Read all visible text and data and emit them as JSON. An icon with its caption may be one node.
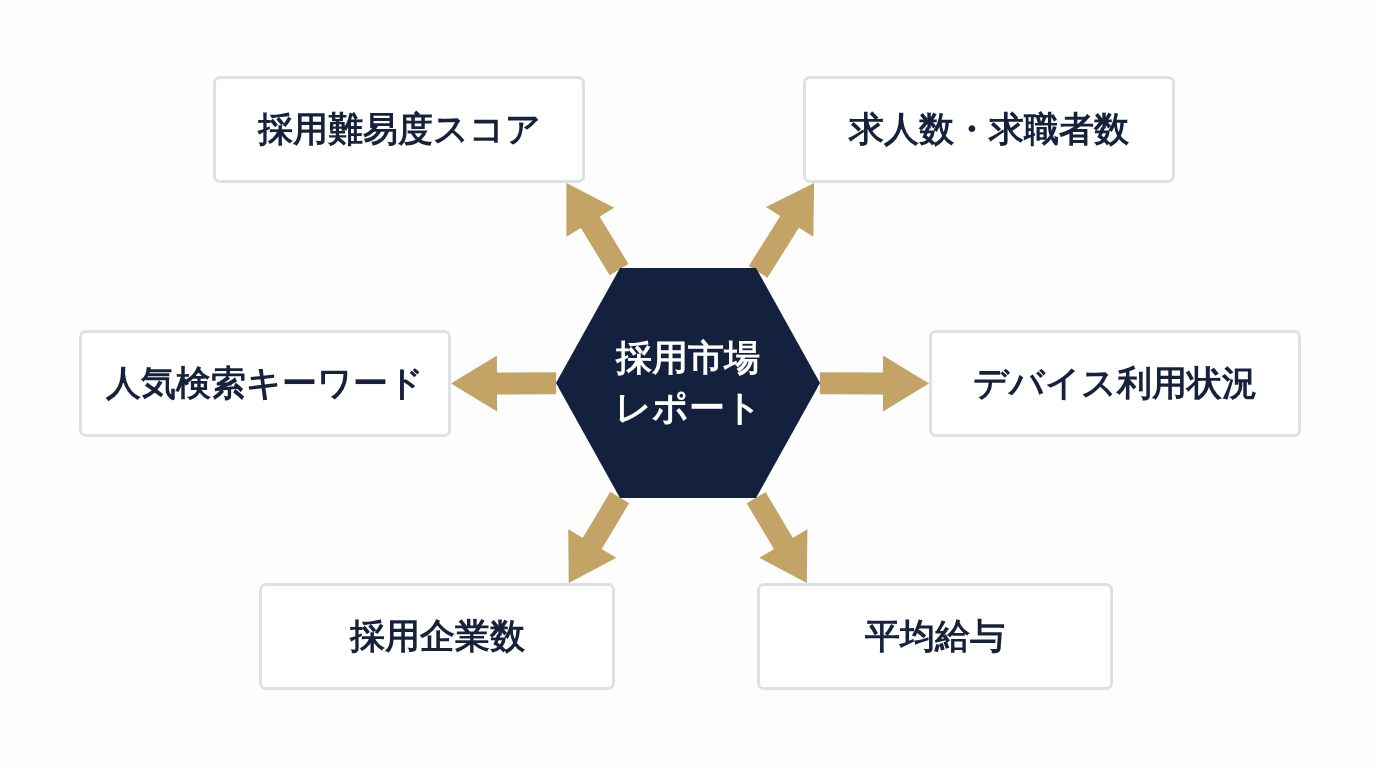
{
  "diagram": {
    "nodes": [
      {
        "text": [
          "採用市場レポート"
        ]
      },
      {
        "text": [
          "採用難易度スコア"
        ]
      },
      {
        "text": [
          "求人数・求職者数"
        ]
      },
      {
        "text": [
          "人気検索キーワード"
        ]
      },
      {
        "text": [
          "デバイス利用状況"
        ]
      },
      {
        "text": [
          "採用企業数"
        ]
      },
      {
        "text": [
          "平均給与"
        ]
      }
    ],
    "edges": [
      {
        "from": 0,
        "to": 1,
        "arrow": "to"
      },
      {
        "from": 0,
        "to": 2,
        "arrow": "to"
      },
      {
        "from": 0,
        "to": 3,
        "arrow": "to"
      },
      {
        "from": 0,
        "to": 4,
        "arrow": "to"
      },
      {
        "from": 0,
        "to": 5,
        "arrow": "to"
      },
      {
        "from": 0,
        "to": 6,
        "arrow": "to"
      }
    ]
  }
}
